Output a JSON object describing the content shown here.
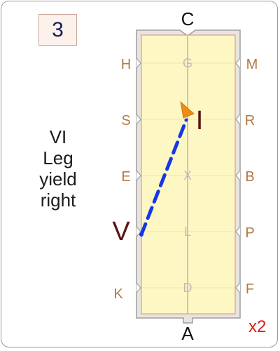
{
  "test_number": "3",
  "exercise": {
    "number": "VI",
    "line1": "Leg",
    "line2": "yield",
    "line3": "right"
  },
  "repeat": "x2",
  "markers": {
    "top": "C",
    "bottom": "A",
    "left": [
      "H",
      "S",
      "E",
      "V",
      "K"
    ],
    "right": [
      "M",
      "R",
      "B",
      "P",
      "F"
    ],
    "centerline": [
      "G",
      "I",
      "X",
      "L",
      "D"
    ]
  },
  "colors": {
    "arena_fill": "#fdf7c4",
    "arena_border": "#aaaaaa",
    "marker_text": "#b07a45",
    "centerline_text": "#bdbdbd",
    "centerline_line": "#e08a8a",
    "path": "#1637e8",
    "arrow": "#ef8a12",
    "highlight_letter": "#5a1414",
    "repeat": "#d8201a"
  }
}
